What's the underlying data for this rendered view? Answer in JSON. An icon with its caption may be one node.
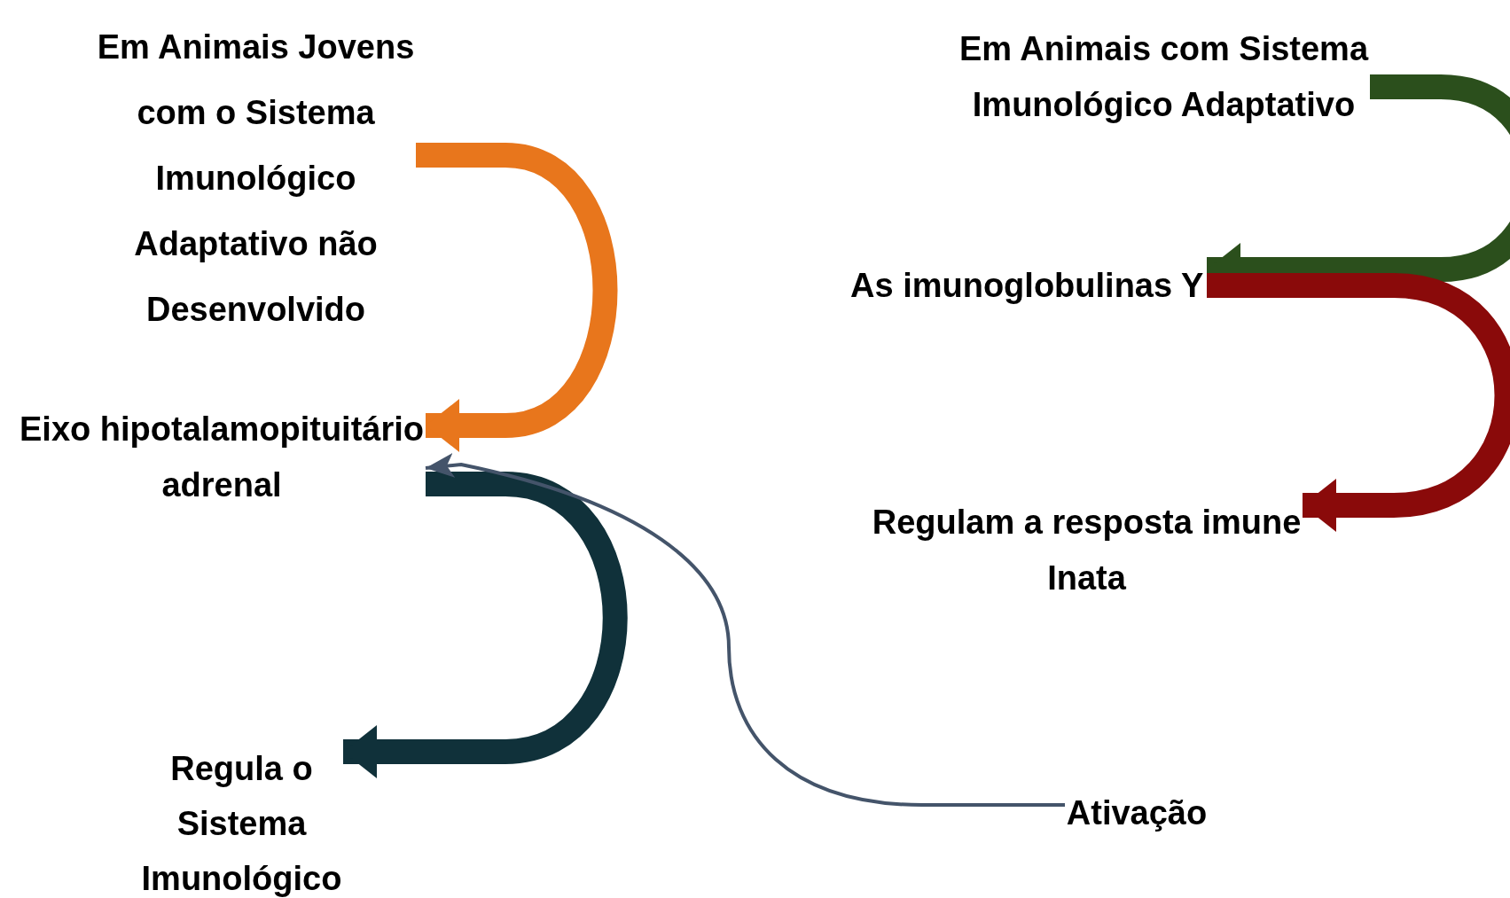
{
  "diagram": {
    "nodes": [
      {
        "text": [
          "Em Animais Jovens com o Sistema Imunológico Adaptativo não Desenvolvido"
        ]
      },
      {
        "text": [
          "Eixo hipotalamopituitário adrenal"
        ]
      },
      {
        "text": [
          "Regula o Sistema Imunológico"
        ]
      },
      {
        "text": [
          "Em Animais com Sistema Imunológico Adaptativo"
        ]
      },
      {
        "text": [
          "As imunoglobulinas Y"
        ]
      },
      {
        "text": [
          "Regulam a resposta imune Inata"
        ]
      },
      {
        "text": [
          "Ativação"
        ]
      }
    ],
    "edges": [
      {
        "from": 0,
        "to": 1,
        "arrow": "to",
        "color": "#e8761c"
      },
      {
        "from": 1,
        "to": 2,
        "arrow": "to",
        "color": "#10313a"
      },
      {
        "from": 3,
        "to": 4,
        "arrow": "to",
        "color": "#2b4f1c"
      },
      {
        "from": 4,
        "to": 5,
        "arrow": "to",
        "color": "#8a0a0a"
      },
      {
        "from": 6,
        "to": 1,
        "arrow": "to",
        "color": "#44546a"
      }
    ]
  }
}
